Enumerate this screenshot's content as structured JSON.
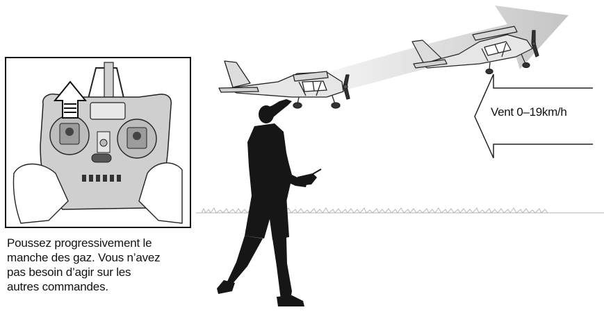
{
  "wind": {
    "label": "Vent 0–19km/h"
  },
  "caption": {
    "lines": [
      "Poussez progressivement le",
      "manche des gaz. Vous n’avez",
      "pas besoin d’agir sur les",
      "autres commandes."
    ]
  },
  "colors": {
    "ink": "#111111",
    "silhouette": "#161616",
    "arrow_gray": "#c8c8c8",
    "grass": "#b0b0b0"
  },
  "icons": {
    "throttle": "up-arrow-icon",
    "wind": "left-arrow-icon",
    "flight_path": "curved-arrow-icon"
  }
}
